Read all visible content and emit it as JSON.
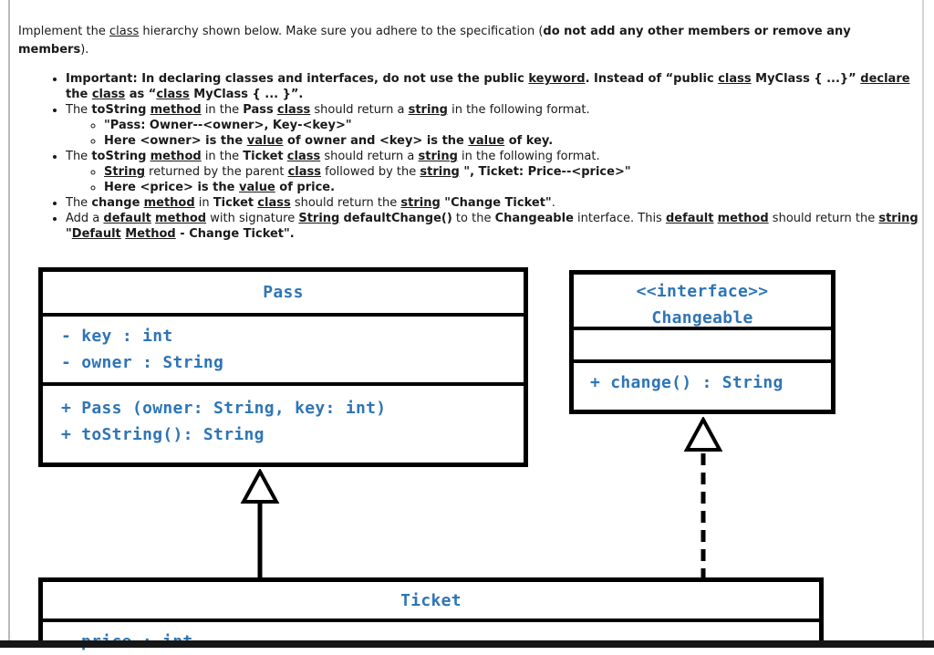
{
  "document": {
    "intro": [
      {
        "t": "Implement the "
      },
      {
        "t": "class",
        "u": true
      },
      {
        "t": " hierarchy shown below. Make sure you adhere to the specification ("
      },
      {
        "t": "do not add any other members or remove any members",
        "b": true
      },
      {
        "t": ")."
      }
    ],
    "bullets": [
      {
        "segments": [
          {
            "t": "Important: In declaring classes and interfaces, do not use the public ",
            "b": true
          },
          {
            "t": "keyword",
            "b": true,
            "u": true
          },
          {
            "t": ". Instead of “public ",
            "b": true
          },
          {
            "t": "class",
            "b": true,
            "u": true
          },
          {
            "t": " MyClass { ...}” ",
            "b": true
          },
          {
            "t": "declare",
            "b": true,
            "u": true
          },
          {
            "t": " the ",
            "b": true
          },
          {
            "t": "class",
            "b": true,
            "u": true
          },
          {
            "t": " as “",
            "b": true
          },
          {
            "t": "class",
            "b": true,
            "u": true
          },
          {
            "t": " MyClass { ... }”.",
            "b": true
          }
        ],
        "children": []
      },
      {
        "segments": [
          {
            "t": "The "
          },
          {
            "t": "toString",
            "b": true
          },
          {
            "t": " "
          },
          {
            "t": "method",
            "b": true,
            "u": true
          },
          {
            "t": " in the "
          },
          {
            "t": "Pass",
            "b": true
          },
          {
            "t": " "
          },
          {
            "t": "class",
            "b": true,
            "u": true
          },
          {
            "t": " should return a "
          },
          {
            "t": "string",
            "b": true,
            "u": true
          },
          {
            "t": " in the following format."
          }
        ],
        "children": [
          {
            "segments": [
              {
                "t": "\"Pass: Owner--<owner>, Key-<key>\"",
                "b": true
              }
            ]
          },
          {
            "segments": [
              {
                "t": "Here <owner> is the ",
                "b": true
              },
              {
                "t": "value",
                "b": true,
                "u": true
              },
              {
                "t": " of owner and <key> is the ",
                "b": true
              },
              {
                "t": "value",
                "b": true,
                "u": true
              },
              {
                "t": " of key.",
                "b": true
              }
            ]
          }
        ]
      },
      {
        "segments": [
          {
            "t": "The "
          },
          {
            "t": "toString",
            "b": true
          },
          {
            "t": " "
          },
          {
            "t": "method",
            "b": true,
            "u": true
          },
          {
            "t": " in the "
          },
          {
            "t": "Ticket",
            "b": true
          },
          {
            "t": " "
          },
          {
            "t": "class",
            "b": true,
            "u": true
          },
          {
            "t": " should return a "
          },
          {
            "t": "string",
            "b": true,
            "u": true
          },
          {
            "t": " in the following format."
          }
        ],
        "children": [
          {
            "segments": [
              {
                "t": "String",
                "b": true,
                "u": true
              },
              {
                "t": " returned by the parent "
              },
              {
                "t": "class",
                "b": true,
                "u": true
              },
              {
                "t": " followed by the "
              },
              {
                "t": "string",
                "b": true,
                "u": true
              },
              {
                "t": " \", Ticket: Price--<price>\"",
                "b": true
              }
            ]
          },
          {
            "segments": [
              {
                "t": "Here <price> is the ",
                "b": true
              },
              {
                "t": "value",
                "b": true,
                "u": true
              },
              {
                "t": " of price.",
                "b": true
              }
            ]
          }
        ]
      },
      {
        "segments": [
          {
            "t": "The "
          },
          {
            "t": "change",
            "b": true
          },
          {
            "t": " "
          },
          {
            "t": "method",
            "b": true,
            "u": true
          },
          {
            "t": " in "
          },
          {
            "t": "Ticket",
            "b": true
          },
          {
            "t": " "
          },
          {
            "t": "class",
            "b": true,
            "u": true
          },
          {
            "t": " should return the "
          },
          {
            "t": "string",
            "b": true,
            "u": true
          },
          {
            "t": " \"Change Ticket\"",
            "b": true
          },
          {
            "t": "."
          }
        ],
        "children": []
      },
      {
        "segments": [
          {
            "t": "Add a "
          },
          {
            "t": "default",
            "b": true,
            "u": true
          },
          {
            "t": " "
          },
          {
            "t": "method",
            "b": true,
            "u": true
          },
          {
            "t": " with signature "
          },
          {
            "t": "String",
            "b": true,
            "u": true
          },
          {
            "t": " "
          },
          {
            "t": "defaultChange()",
            "b": true
          },
          {
            "t": " to the "
          },
          {
            "t": "Changeable",
            "b": true
          },
          {
            "t": " interface. This "
          },
          {
            "t": "default",
            "b": true,
            "u": true
          },
          {
            "t": " "
          },
          {
            "t": "method",
            "b": true,
            "u": true
          },
          {
            "t": " should return the "
          },
          {
            "t": "string",
            "b": true,
            "u": true
          },
          {
            "t": " \"",
            "b": true
          },
          {
            "t": "Default",
            "b": true,
            "u": true
          },
          {
            "t": " ",
            "b": true
          },
          {
            "t": "Method",
            "b": true,
            "u": true
          },
          {
            "t": " - Change Ticket\".",
            "b": true
          }
        ],
        "children": []
      }
    ]
  },
  "diagram": {
    "pass": {
      "title": "Pass",
      "fields": [
        "- key : int",
        "- owner : String"
      ],
      "methods": [
        "+ Pass (owner: String, key: int)",
        "+ toString(): String"
      ]
    },
    "changeable": {
      "stereotype": "<<interface>>",
      "title": "Changeable",
      "methods": [
        "+ change() : String"
      ]
    },
    "ticket": {
      "title": "Ticket",
      "fields": [
        "price : int"
      ]
    },
    "colors": {
      "uml_text": "#2e75b6",
      "box_border": "#000000",
      "page_bg": "#ffffff",
      "bottom_bar": "#161616"
    }
  }
}
